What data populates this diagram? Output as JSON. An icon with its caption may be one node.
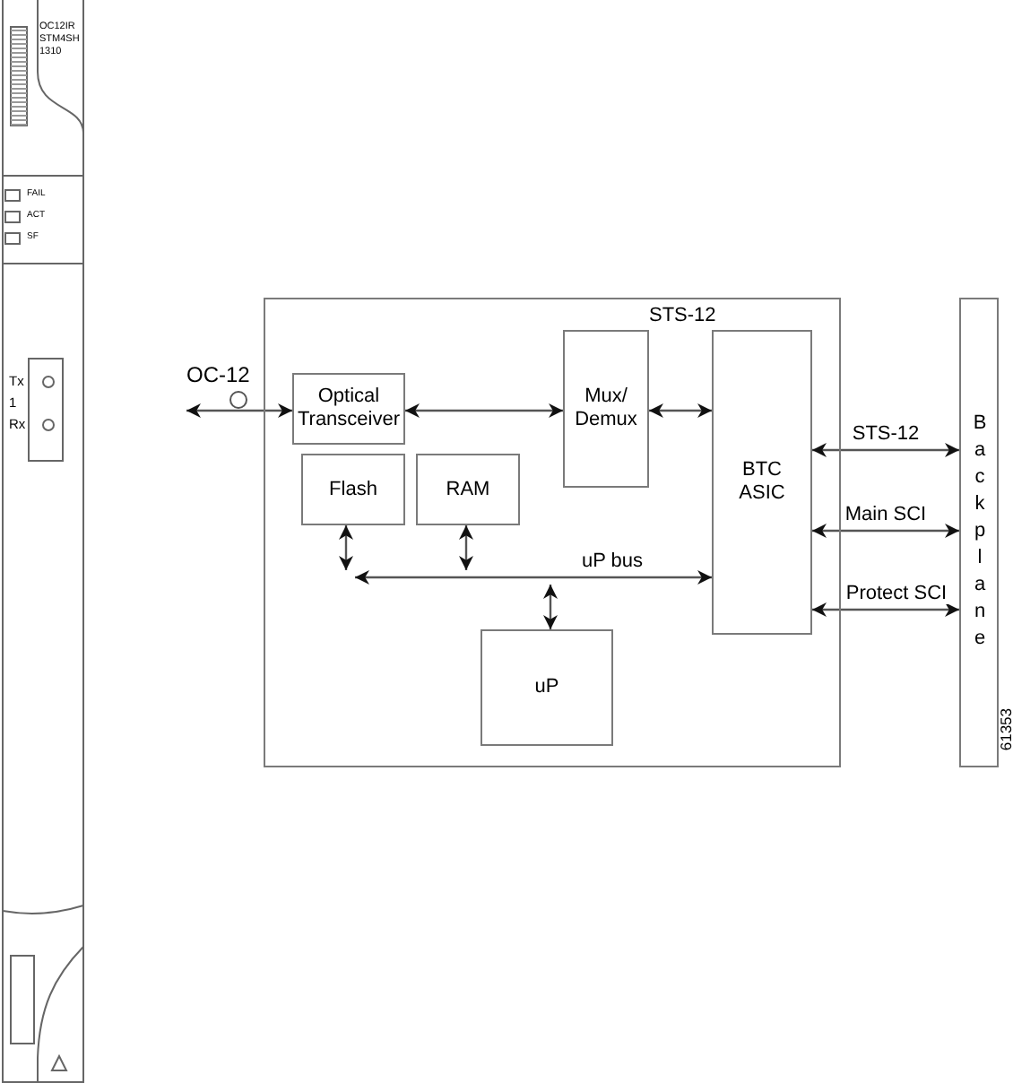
{
  "diagram": {
    "nodes": [
      {
        "text": [],
        "shape": "box"
      },
      {
        "text": [
          "OC-12"
        ]
      },
      {
        "text": [
          "Optical Transceiver"
        ],
        "in": 0
      },
      {
        "text": [
          "Mux/ Demux"
        ],
        "in": 0
      },
      {
        "text": [
          "Flash"
        ],
        "in": 0
      },
      {
        "text": [
          "RAM"
        ],
        "in": 0
      },
      {
        "text": [
          "BTC ASIC"
        ],
        "in": 0
      },
      {
        "text": [
          "uP"
        ],
        "in": 0
      },
      {
        "text": [
          "Backplane"
        ]
      }
    ],
    "edges": [
      {
        "from": 1,
        "to": 2,
        "arrow": "both"
      },
      {
        "from": 2,
        "to": 3,
        "arrow": "both"
      },
      {
        "from": 3,
        "to": 6,
        "arrow": "both"
      },
      {
        "from": 6,
        "to": 8,
        "arrow": "both",
        "label": "STS-12"
      },
      {
        "from": 6,
        "to": 8,
        "arrow": "both",
        "label": "Main SCI"
      },
      {
        "from": 6,
        "to": 8,
        "arrow": "both",
        "label": "Protect SCI"
      },
      {
        "from": null,
        "to": 6,
        "arrow": "both",
        "label": "uP bus"
      },
      {
        "from": 4,
        "to": null,
        "arrow": "both"
      },
      {
        "from": 5,
        "to": null,
        "arrow": "both"
      },
      {
        "from": 7,
        "to": null,
        "arrow": "both"
      }
    ],
    "labels": [
      "OC12IR STM4SH 1310",
      "FAIL",
      "ACT",
      "SF",
      "Tx",
      "1",
      "Rx",
      "STS-12",
      "61353"
    ]
  }
}
